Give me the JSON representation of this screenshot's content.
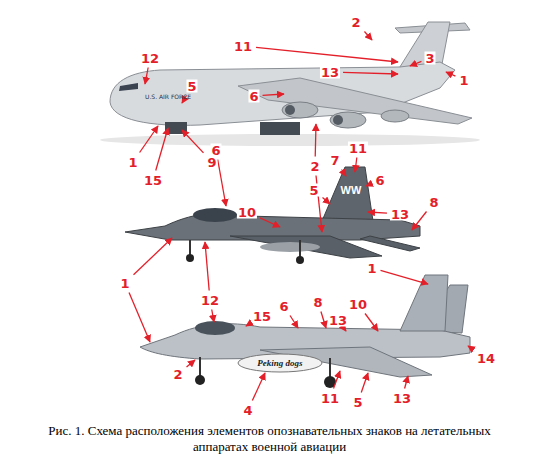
{
  "diagram": {
    "caption": "Рис. 1. Схема расположения элементов опознавательных знаков на летательных аппаратах военной авиации",
    "labels": [
      "2",
      "11",
      "3",
      "13",
      "1",
      "12",
      "5",
      "6",
      "1",
      "15",
      "9",
      "U.S. AIR FORCE",
      "6",
      "2",
      "7",
      "11",
      "6",
      "5",
      "8",
      "13",
      "10",
      "1",
      "12",
      "WW",
      "1",
      "15",
      "6",
      "8",
      "13",
      "10",
      "14",
      "2",
      "11",
      "5",
      "13",
      "4",
      "Peking dogs"
    ]
  }
}
